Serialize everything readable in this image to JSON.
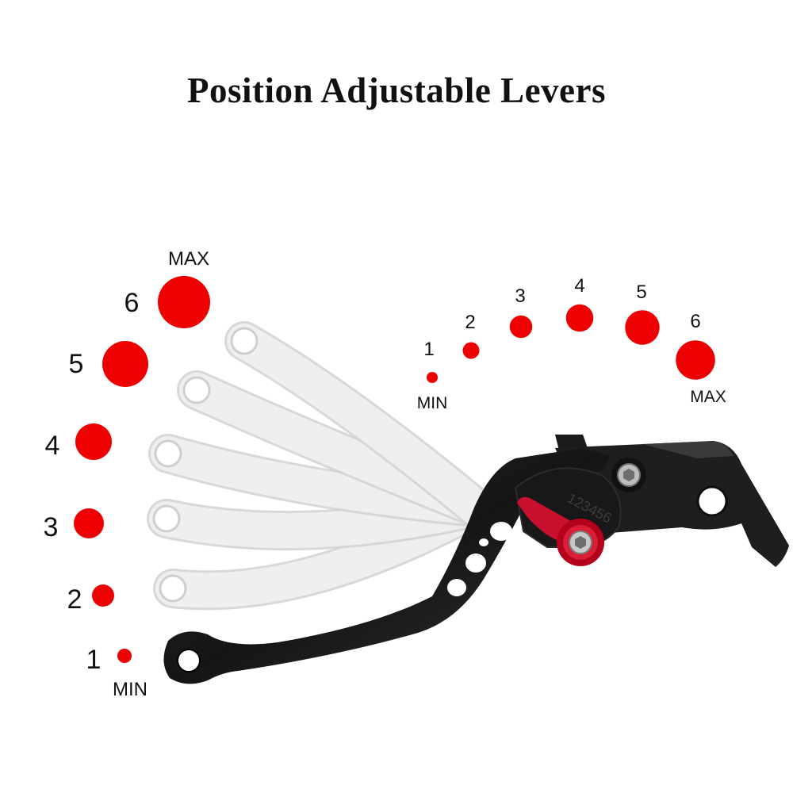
{
  "title": "Position Adjustable Levers",
  "colors": {
    "dot": "#ee0000",
    "lever_black": "#1c1c1c",
    "ghost_lever": "#e6e6e6",
    "adjuster_red": "#c8102e"
  },
  "left_scale": {
    "min_label": "MIN",
    "max_label": "MAX",
    "positions": [
      {
        "label": "1",
        "level": 1
      },
      {
        "label": "2",
        "level": 2
      },
      {
        "label": "3",
        "level": 3
      },
      {
        "label": "4",
        "level": 4
      },
      {
        "label": "5",
        "level": 5
      },
      {
        "label": "6",
        "level": 6
      }
    ]
  },
  "right_scale": {
    "min_label": "MIN",
    "max_label": "MAX",
    "positions": [
      {
        "label": "1",
        "level": 1
      },
      {
        "label": "2",
        "level": 2
      },
      {
        "label": "3",
        "level": 3
      },
      {
        "label": "4",
        "level": 4
      },
      {
        "label": "5",
        "level": 5
      },
      {
        "label": "6",
        "level": 6
      }
    ]
  },
  "dial_numbers": "123456"
}
